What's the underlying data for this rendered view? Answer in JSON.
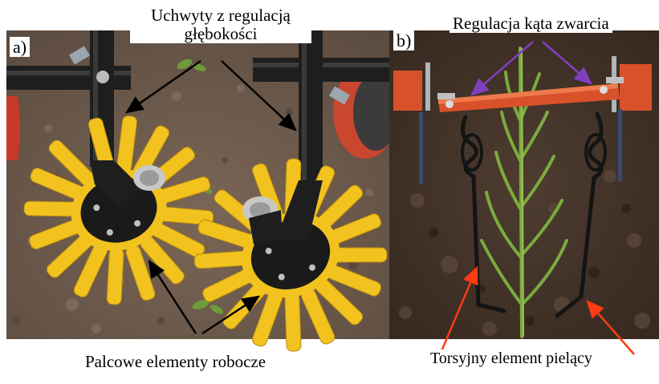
{
  "panels": {
    "a": {
      "tag": "a)"
    },
    "b": {
      "tag": "b)"
    }
  },
  "labels": {
    "depth_handles_line1": "Uchwyty z regulacją",
    "depth_handles_line2": "głębokości",
    "finger_elements": "Palcowe elementy robocze",
    "angle_adjustment": "Regulacja kąta zwarcia",
    "torsion_weeder": "Torsyjny element pielący"
  },
  "colors": {
    "soil_dark": "#4a3b2f",
    "soil_light": "#7a6656",
    "finger_yellow": "#f2c21f",
    "frame_orange": "#d8512a",
    "steel_black": "#1e1e1e",
    "corn_green": "#7bab3e",
    "arrow_black": "#000000",
    "arrow_purple": "#7f3fbf",
    "arrow_red": "#ff3b12"
  }
}
